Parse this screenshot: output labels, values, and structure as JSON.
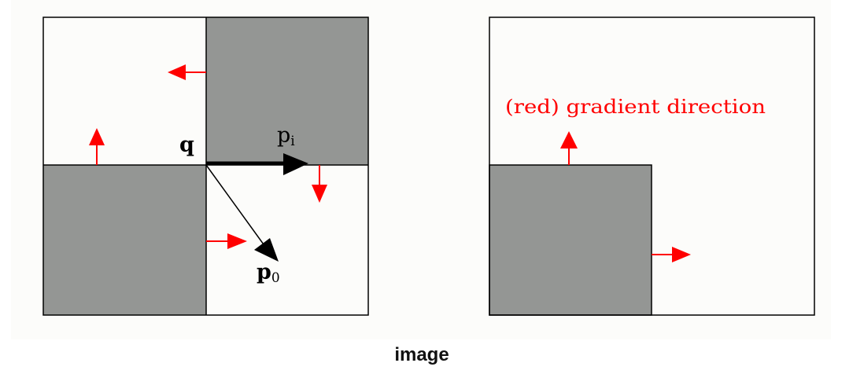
{
  "diagram": {
    "left_panel": {
      "point_label": "q",
      "vector_p1_label_base": "p",
      "vector_p1_label_sub": "i",
      "vector_p0_label_base": "p",
      "vector_p0_label_sub": "0"
    },
    "right_panel": {
      "legend_text": "(red) gradient direction"
    }
  },
  "caption": "image",
  "colors": {
    "dark_fill": "#949694",
    "light_fill": "#fcfcfa",
    "border": "#000000",
    "gradient_arrow": "#ff0000",
    "vector_arrow": "#000000"
  }
}
